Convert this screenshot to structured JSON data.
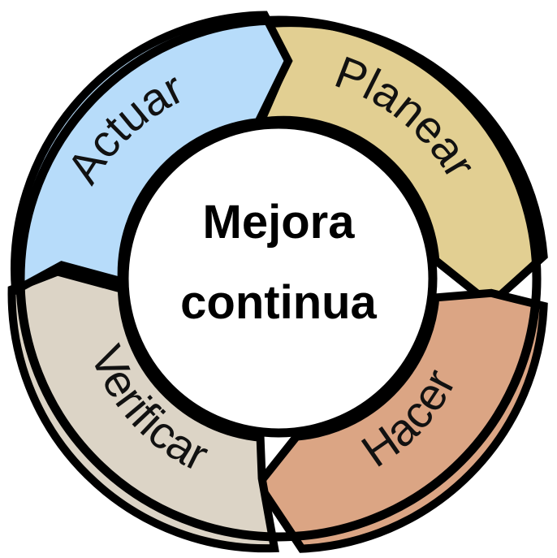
{
  "center": {
    "line1": "Mejora",
    "line2": "continua"
  },
  "segments": [
    {
      "key": "planear",
      "label": "Planear",
      "color": "#e2cf92"
    },
    {
      "key": "hacer",
      "label": "Hacer",
      "color": "#dba584"
    },
    {
      "key": "verificar",
      "label": "Verificar",
      "color": "#dcd4c6"
    },
    {
      "key": "actuar",
      "label": "Actuar",
      "color": "#b7dcfa"
    }
  ],
  "colors": {
    "outline": "#000000",
    "center_fill": "#ffffff"
  }
}
